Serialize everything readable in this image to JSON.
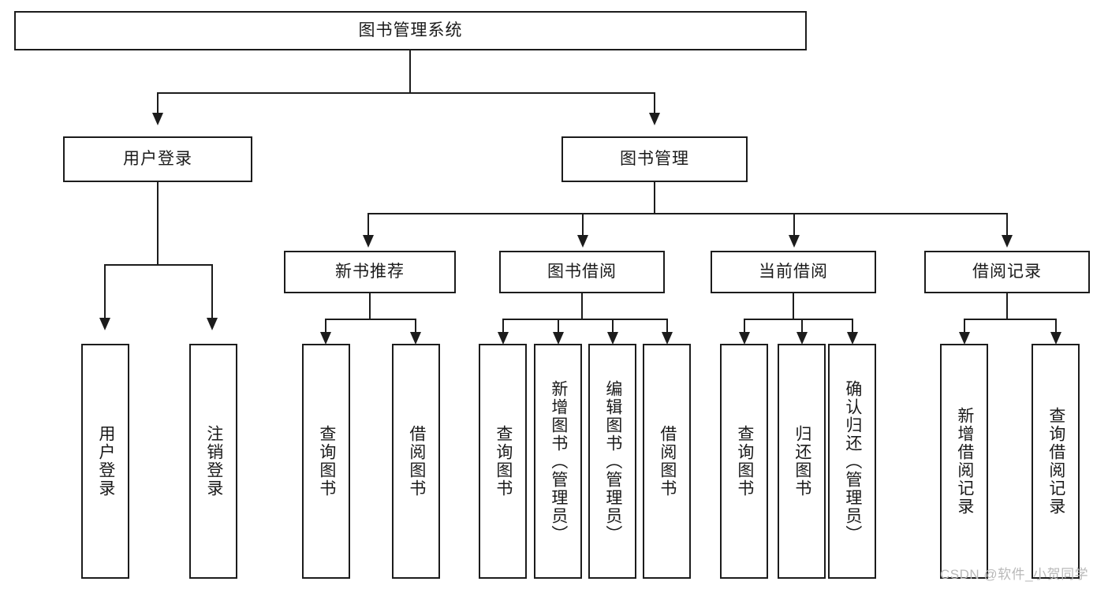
{
  "diagram": {
    "title": "图书管理系统",
    "type": "tree-hierarchy-chart",
    "root": {
      "label": "图书管理系统"
    },
    "level1": [
      {
        "label": "用户登录"
      },
      {
        "label": "图书管理"
      }
    ],
    "level2": [
      {
        "label": "新书推荐"
      },
      {
        "label": "图书借阅"
      },
      {
        "label": "当前借阅"
      },
      {
        "label": "借阅记录"
      }
    ],
    "leaves": {
      "user_login": [
        {
          "label": "用户登录"
        },
        {
          "label": "注销登录"
        }
      ],
      "new_book_recommend": [
        {
          "label": "查询图书"
        },
        {
          "label": "借阅图书"
        }
      ],
      "book_borrow": [
        {
          "label": "查询图书"
        },
        {
          "label": "新增图书（管理员）"
        },
        {
          "label": "编辑图书（管理员）"
        },
        {
          "label": "借阅图书"
        }
      ],
      "current_borrow": [
        {
          "label": "查询图书"
        },
        {
          "label": "归还图书"
        },
        {
          "label": "确认归还（管理员）"
        }
      ],
      "borrow_record": [
        {
          "label": "新增借阅记录"
        },
        {
          "label": "查询借阅记录"
        }
      ]
    }
  },
  "watermark": {
    "text": "CSDN @软件_小贺同学"
  },
  "colors": {
    "stroke": "#1c1c1c",
    "background": "#ffffff",
    "text": "#1a1a1a",
    "watermark": "#b9b9b9"
  }
}
